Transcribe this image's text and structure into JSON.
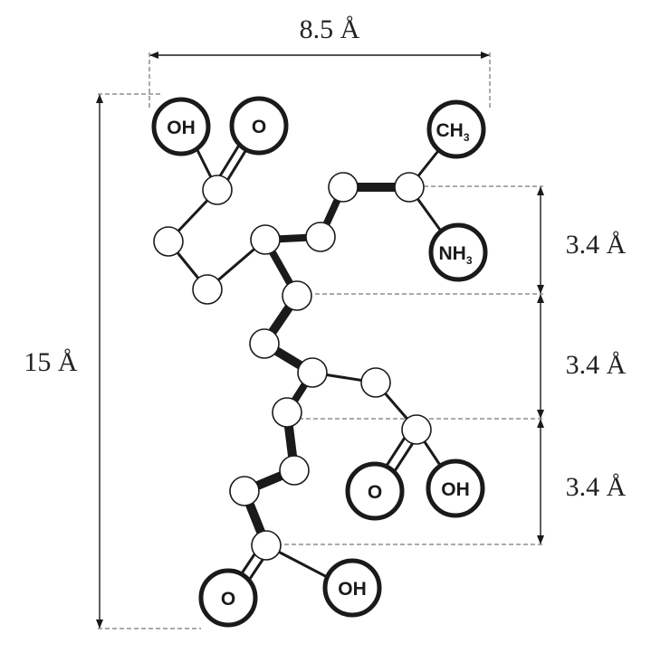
{
  "dimensions": {
    "width_label": "8.5 Å",
    "height_label": "15 Å",
    "spacing_labels": [
      "3.4 Å",
      "3.4 Å",
      "3.4 Å"
    ]
  },
  "groups": {
    "top_hydroxyl": "OH",
    "top_oxygen": "O",
    "methyl": {
      "main": "CH",
      "sub": "3"
    },
    "amine": {
      "main": "NH",
      "sub": "3"
    },
    "mid_oxygen": "O",
    "mid_hydroxyl": "OH",
    "bottom_oxygen": "O",
    "bottom_hydroxyl": "OH"
  },
  "colors": {
    "line": "#1a1a1a",
    "atom_fill": "#ffffff",
    "guide": "#555555"
  }
}
